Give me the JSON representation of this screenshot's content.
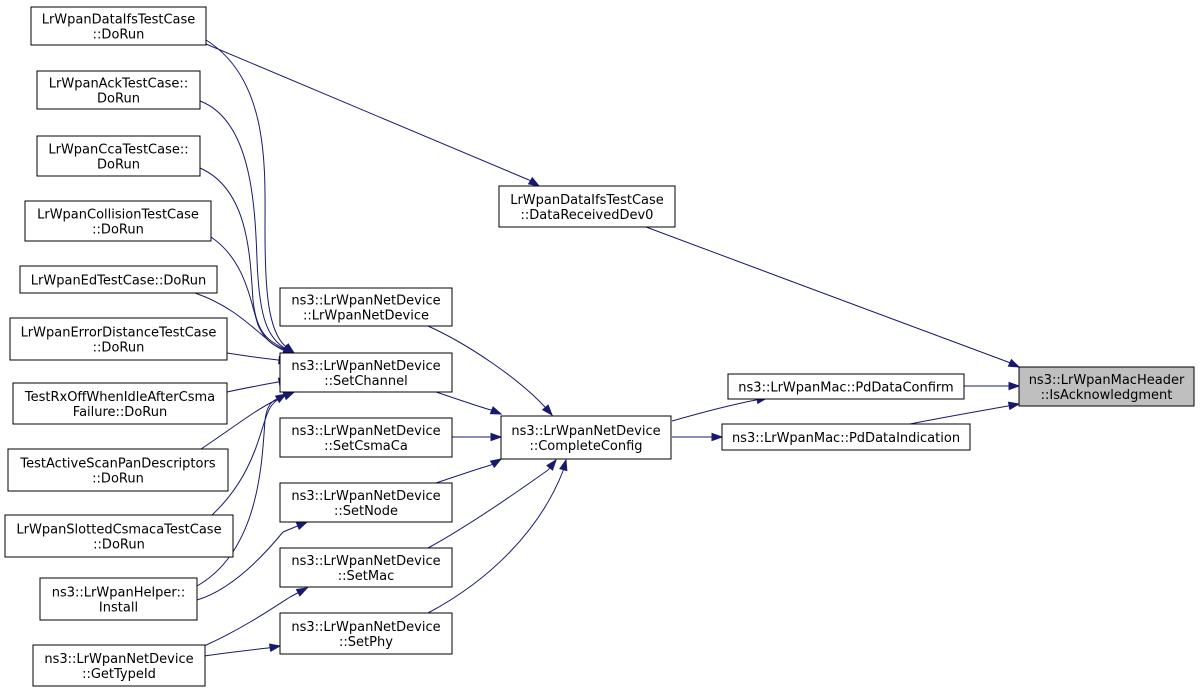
{
  "graph": {
    "colors": {
      "edge": "#191970",
      "root_fill": "#bfbfbf",
      "node_fill": "#ffffff",
      "border": "#000000"
    },
    "nodes": [
      {
        "id": "root",
        "lines": [
          "ns3::LrWpanMacHeader",
          "::IsAcknowledgment"
        ],
        "highlight": true
      },
      {
        "id": "pdconfirm",
        "lines": [
          "ns3::LrWpanMac::PdDataConfirm"
        ]
      },
      {
        "id": "pdind",
        "lines": [
          "ns3::LrWpanMac::PdDataIndication"
        ]
      },
      {
        "id": "dataRecv",
        "lines": [
          "LrWpanDataIfsTestCase",
          "::DataReceivedDev0"
        ]
      },
      {
        "id": "completeConfig",
        "lines": [
          "ns3::LrWpanNetDevice",
          "::CompleteConfig"
        ]
      },
      {
        "id": "ctor",
        "lines": [
          "ns3::LrWpanNetDevice",
          "::LrWpanNetDevice"
        ]
      },
      {
        "id": "setChannel",
        "lines": [
          "ns3::LrWpanNetDevice",
          "::SetChannel"
        ]
      },
      {
        "id": "setCsmaCa",
        "lines": [
          "ns3::LrWpanNetDevice",
          "::SetCsmaCa"
        ]
      },
      {
        "id": "setNode",
        "lines": [
          "ns3::LrWpanNetDevice",
          "::SetNode"
        ]
      },
      {
        "id": "setMac",
        "lines": [
          "ns3::LrWpanNetDevice",
          "::SetMac"
        ]
      },
      {
        "id": "setPhy",
        "lines": [
          "ns3::LrWpanNetDevice",
          "::SetPhy"
        ]
      },
      {
        "id": "ifsDoRun",
        "lines": [
          "LrWpanDataIfsTestCase",
          "::DoRun"
        ]
      },
      {
        "id": "ackDoRun",
        "lines": [
          "LrWpanAckTestCase::",
          "DoRun"
        ]
      },
      {
        "id": "ccaDoRun",
        "lines": [
          "LrWpanCcaTestCase::",
          "DoRun"
        ]
      },
      {
        "id": "collDoRun",
        "lines": [
          "LrWpanCollisionTestCase",
          "::DoRun"
        ]
      },
      {
        "id": "edDoRun",
        "lines": [
          "LrWpanEdTestCase::DoRun"
        ]
      },
      {
        "id": "errDoRun",
        "lines": [
          "LrWpanErrorDistanceTestCase",
          "::DoRun"
        ]
      },
      {
        "id": "rxOffDoRun",
        "lines": [
          "TestRxOffWhenIdleAfterCsma",
          "Failure::DoRun"
        ]
      },
      {
        "id": "scanDoRun",
        "lines": [
          "TestActiveScanPanDescriptors",
          "::DoRun"
        ]
      },
      {
        "id": "slottedDoRun",
        "lines": [
          "LrWpanSlottedCsmacaTestCase",
          "::DoRun"
        ]
      },
      {
        "id": "helperInstall",
        "lines": [
          "ns3::LrWpanHelper::",
          "Install"
        ]
      },
      {
        "id": "getTypeId",
        "lines": [
          "ns3::LrWpanNetDevice",
          "::GetTypeId"
        ]
      }
    ],
    "edges": [
      {
        "from": "pdconfirm",
        "to": "root"
      },
      {
        "from": "pdind",
        "to": "root"
      },
      {
        "from": "dataRecv",
        "to": "root"
      },
      {
        "from": "completeConfig",
        "to": "pdconfirm"
      },
      {
        "from": "completeConfig",
        "to": "pdind"
      },
      {
        "from": "ifsDoRun",
        "to": "dataRecv"
      },
      {
        "from": "ctor",
        "to": "completeConfig"
      },
      {
        "from": "setChannel",
        "to": "completeConfig"
      },
      {
        "from": "setCsmaCa",
        "to": "completeConfig"
      },
      {
        "from": "setNode",
        "to": "completeConfig"
      },
      {
        "from": "setMac",
        "to": "completeConfig"
      },
      {
        "from": "setPhy",
        "to": "completeConfig"
      },
      {
        "from": "ifsDoRun",
        "to": "setChannel"
      },
      {
        "from": "ackDoRun",
        "to": "setChannel"
      },
      {
        "from": "ccaDoRun",
        "to": "setChannel"
      },
      {
        "from": "collDoRun",
        "to": "setChannel"
      },
      {
        "from": "edDoRun",
        "to": "setChannel"
      },
      {
        "from": "errDoRun",
        "to": "setChannel"
      },
      {
        "from": "rxOffDoRun",
        "to": "setChannel"
      },
      {
        "from": "scanDoRun",
        "to": "setChannel"
      },
      {
        "from": "slottedDoRun",
        "to": "setChannel"
      },
      {
        "from": "helperInstall",
        "to": "setChannel"
      },
      {
        "from": "helperInstall",
        "to": "setNode"
      },
      {
        "from": "getTypeId",
        "to": "setMac"
      },
      {
        "from": "getTypeId",
        "to": "setPhy"
      }
    ]
  }
}
